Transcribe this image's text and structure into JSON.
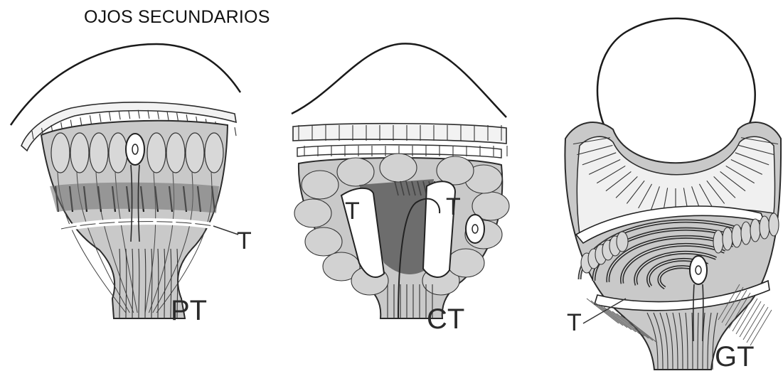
{
  "title": "OJOS SECUNDARIOS",
  "eyes": [
    {
      "label": "PT",
      "tapetum_label": "T"
    },
    {
      "label": "CT",
      "tapetum_labels": [
        "T",
        "T"
      ]
    },
    {
      "label": "GT",
      "tapetum_label": "T"
    }
  ]
}
